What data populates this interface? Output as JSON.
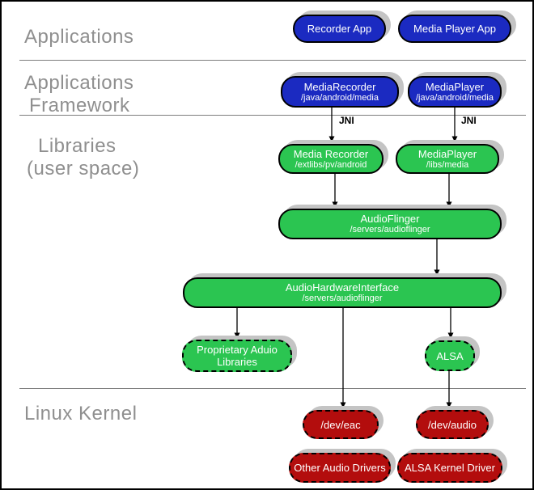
{
  "sections": {
    "applications": {
      "label": "Applications"
    },
    "applications_framework": {
      "line1": "Applications",
      "line2": "Framework"
    },
    "libraries": {
      "line1": "Libraries",
      "line2": "(user space)"
    },
    "linux_kernel": {
      "label": "Linux Kernel"
    }
  },
  "connectors": {
    "jni_left": "JNI",
    "jni_right": "JNI"
  },
  "nodes": {
    "recorder_app": {
      "title": "Recorder App"
    },
    "media_player_app": {
      "title": "Media Player App"
    },
    "media_recorder_framework": {
      "title": "MediaRecorder",
      "subtitle": "/java/android/media"
    },
    "media_player_framework": {
      "title": "MediaPlayer",
      "subtitle": "/java/android/media"
    },
    "media_recorder_lib": {
      "title": "Media Recorder",
      "subtitle": "/extlibs/pv/android"
    },
    "media_player_lib": {
      "title": "MediaPlayer",
      "subtitle": "/libs/media"
    },
    "audio_flinger": {
      "title": "AudioFlinger",
      "subtitle": "/servers/audioflinger"
    },
    "audio_hardware_interface": {
      "title": "AudioHardwareInterface",
      "subtitle": "/servers/audioflinger"
    },
    "proprietary_audio_libraries": {
      "title": "Proprietary Aduio Libraries"
    },
    "alsa": {
      "title": "ALSA"
    },
    "dev_eac": {
      "title": "/dev/eac"
    },
    "dev_audio": {
      "title": "/dev/audio"
    },
    "other_audio_drivers": {
      "title": "Other Audio Drivers"
    },
    "alsa_kernel_driver": {
      "title": "ALSA Kernel Driver"
    }
  },
  "colors": {
    "app_blue": "#1b2ac1",
    "lib_green": "#2bc551",
    "kernel_red": "#b30d0d",
    "section_gray": "#8f8f8f",
    "shadow_gray": "#c4c4c4"
  }
}
